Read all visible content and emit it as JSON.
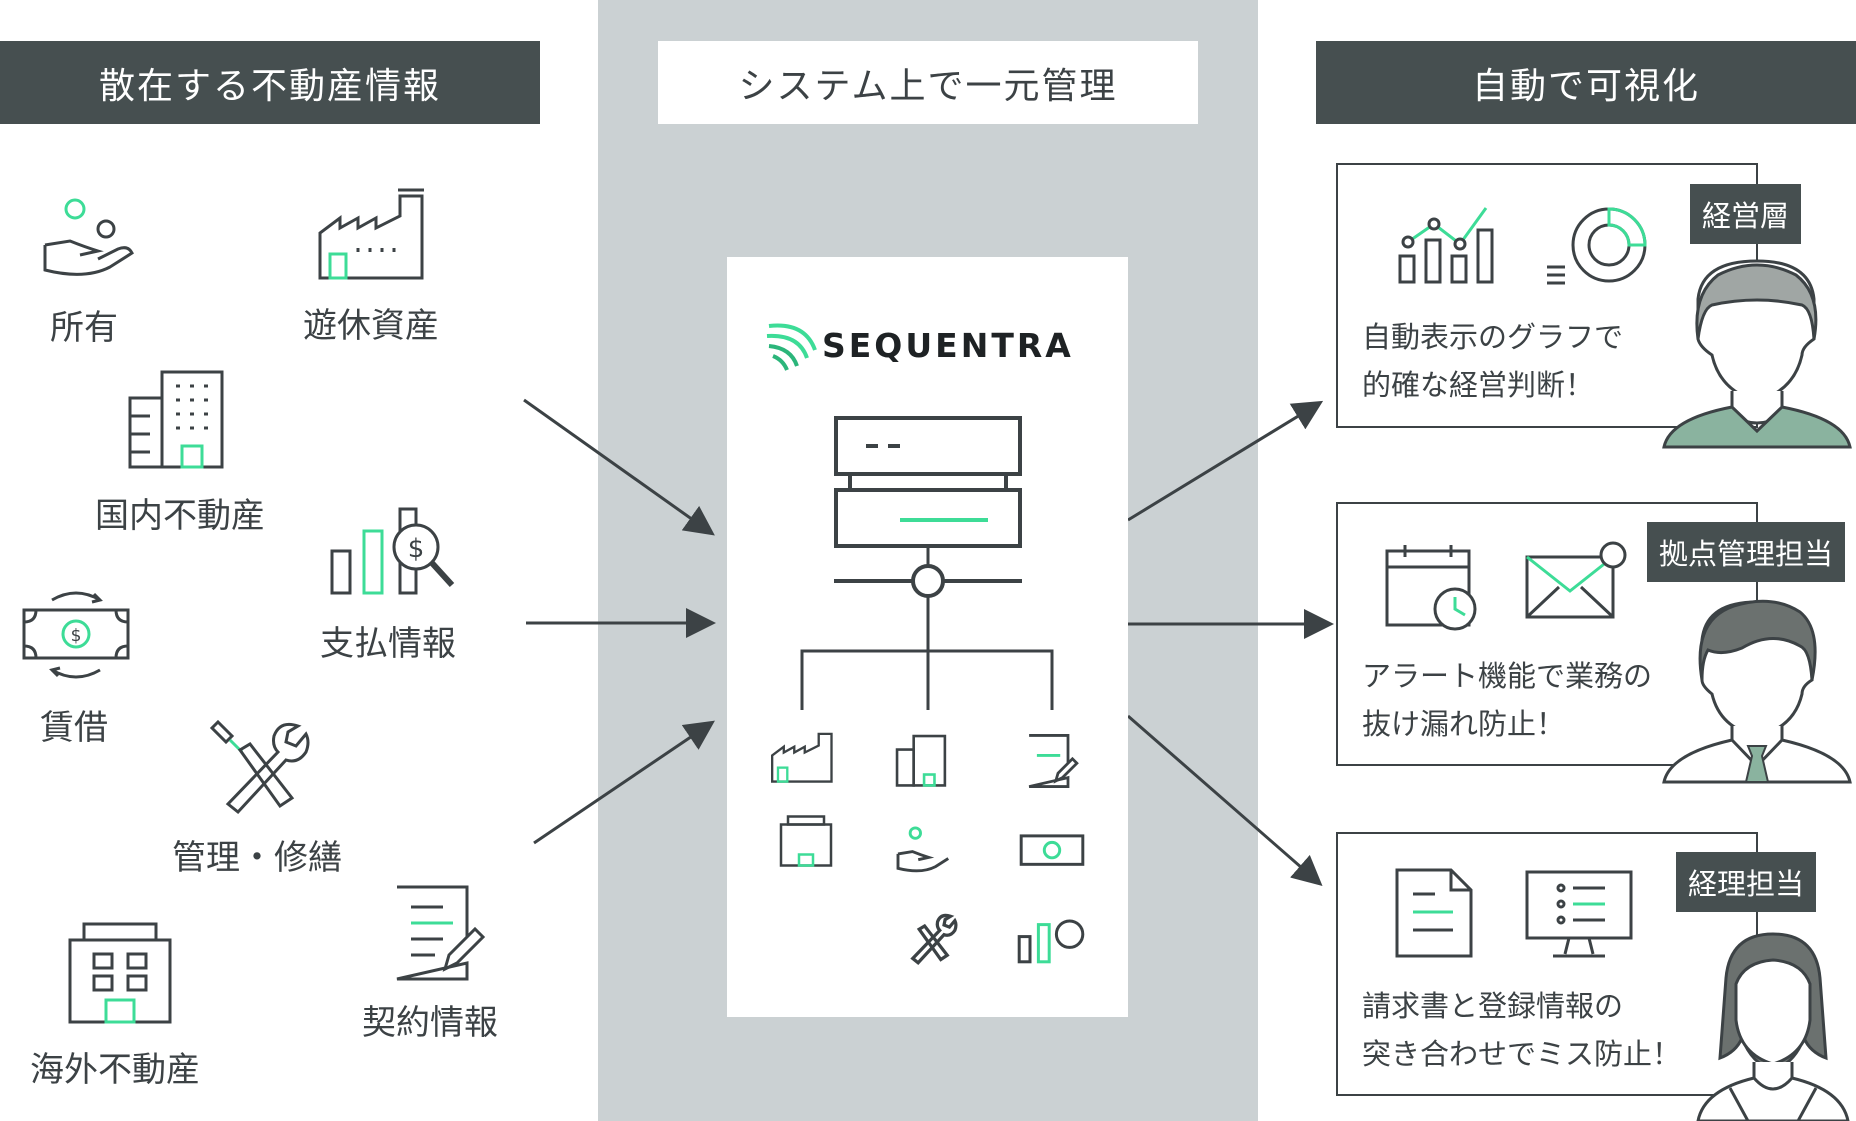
{
  "sections": {
    "left_title": "散在する不動産情報",
    "center_title": "システム上で一元管理",
    "right_title": "自動で可視化"
  },
  "left_items": {
    "owned": "所有",
    "idle": "遊休資産",
    "domestic": "国内不動産",
    "payment": "支払情報",
    "lease": "賃借",
    "maintenance": "管理・修繕",
    "overseas": "海外不動産",
    "contract": "契約情報"
  },
  "center": {
    "logo": "SEQUENTRA"
  },
  "cards": [
    {
      "role": "経営層",
      "line1": "自動表示のグラフで",
      "line2": "的確な経営判断！"
    },
    {
      "role": "拠点管理担当",
      "line1": "アラート機能で業務の",
      "line2": "抜け漏れ防止！"
    },
    {
      "role": "経理担当",
      "line1": "請求書と登録情報の",
      "line2": "突き合わせでミス防止！"
    }
  ],
  "colors": {
    "accent": "#3ddc97",
    "dark": "#464f50",
    "center_bg": "#cbd1d3",
    "person_sage": "#8ab39f",
    "person_gray": "#6b716f"
  }
}
